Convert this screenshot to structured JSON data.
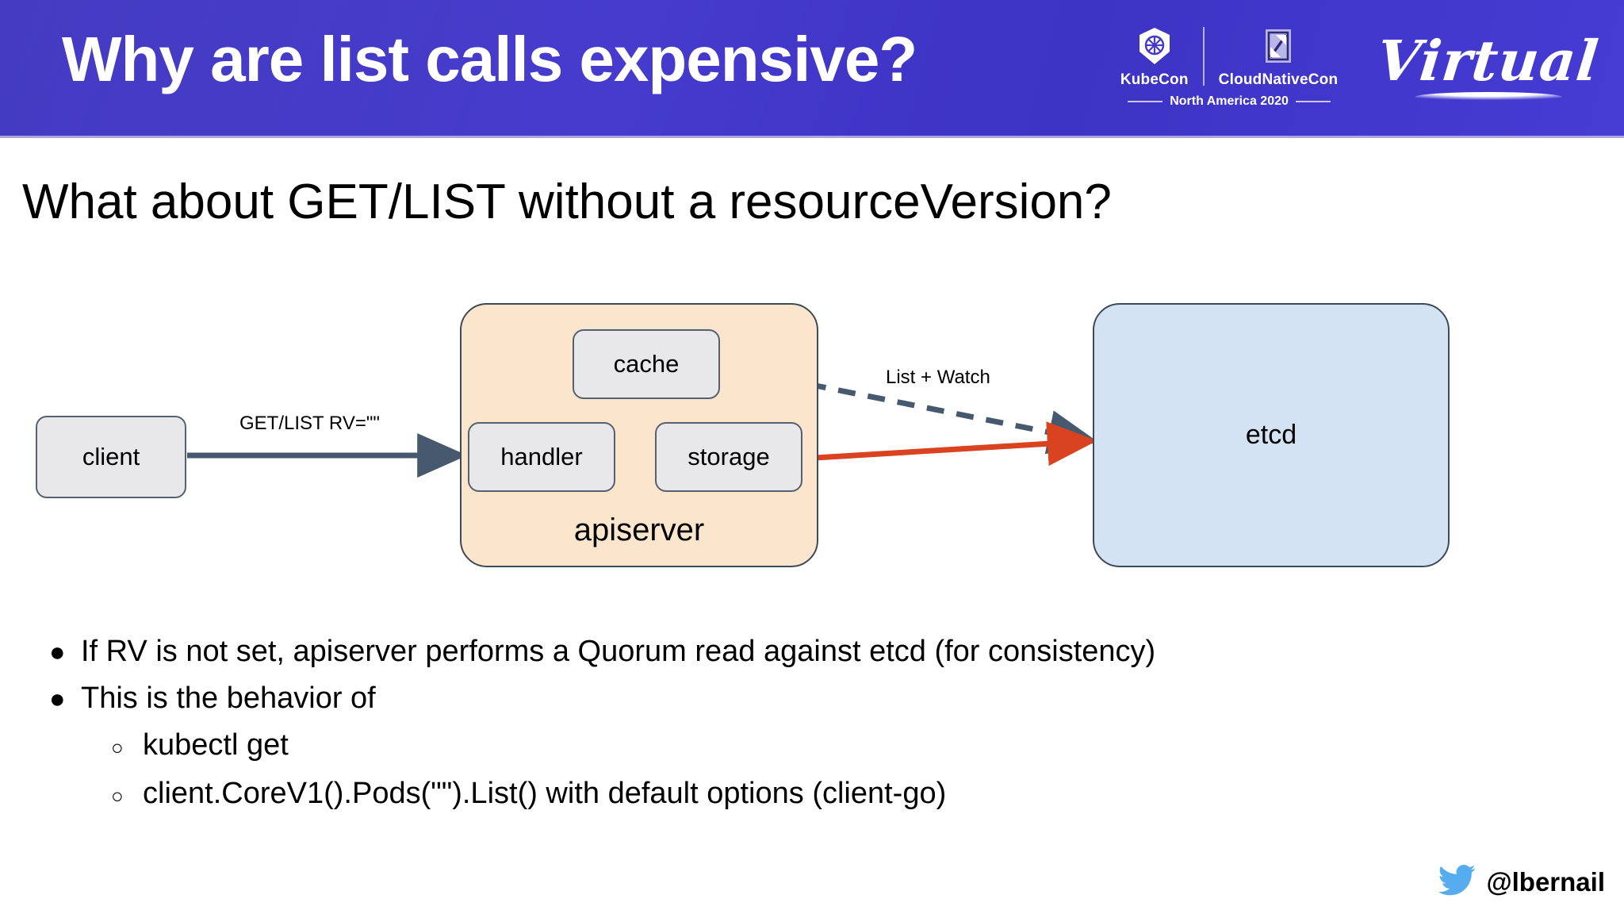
{
  "banner": {
    "title": "Why are list calls expensive?",
    "logos": {
      "kubecon_label": "KubeCon",
      "cloudnativecon_label": "CloudNativeCon",
      "subtitle": "North America 2020",
      "virtual_label": "Virtual",
      "kubernetes_icon": "kubernetes-helm-icon",
      "cncf_icon": "cloud-native-icon"
    },
    "accent_color": "#4338cc"
  },
  "heading": "What about GET/LIST without a resourceVersion?",
  "diagram": {
    "nodes": {
      "client": "client",
      "cache": "cache",
      "handler": "handler",
      "storage": "storage",
      "apiserver": "apiserver",
      "etcd": "etcd"
    },
    "edges": {
      "client_to_handler": "GET/LIST RV=\"\"",
      "cache_to_etcd": "List + Watch"
    },
    "colors": {
      "node_grey_fill": "#e8e8ea",
      "node_border": "#55616f",
      "apiserver_fill": "#fce5cd",
      "etcd_fill": "#d4e3f4",
      "arrow_blue": "#47596e",
      "arrow_red": "#d9431f"
    }
  },
  "bullets": [
    {
      "level": 1,
      "marker": "●",
      "text": "If RV is not set, apiserver performs a Quorum read against etcd (for consistency)"
    },
    {
      "level": 1,
      "marker": "●",
      "text": "This is the behavior of"
    },
    {
      "level": 2,
      "marker": "○",
      "text": "kubectl get"
    },
    {
      "level": 2,
      "marker": "○",
      "text": "client.CoreV1().Pods(\"\").List() with default options (client-go)"
    }
  ],
  "footer": {
    "twitter_icon": "twitter-bird-icon",
    "handle": "@lbernail",
    "icon_color": "#55acee"
  }
}
